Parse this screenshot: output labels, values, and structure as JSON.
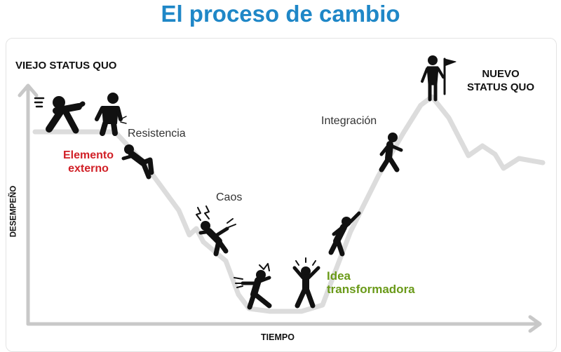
{
  "title": "El proceso de cambio",
  "labels": {
    "old_status": "VIEJO STATUS QUO",
    "new_status_line1": "NUEVO",
    "new_status_line2": "STATUS QUO",
    "external_line1": "Elemento",
    "external_line2": "externo",
    "resistance": "Resistencia",
    "chaos": "Caos",
    "integration": "Integración",
    "idea_line1": "Idea",
    "idea_line2": "transformadora"
  },
  "axes": {
    "x_label": "TIEMPO",
    "y_label": "DESEMPEÑO"
  },
  "icons": {
    "pusher": "running-pusher-icon",
    "resister": "resisting-person-icon",
    "falling": "falling-person-icon",
    "chaos": "distressed-person-icon",
    "tumbling": "tumbling-person-icon",
    "insight": "celebrating-person-icon",
    "climbing": "climbing-person-icon",
    "walking": "climbing-person-icon",
    "flag": "person-with-flag-icon"
  },
  "colors": {
    "title": "#1f87c7",
    "external": "#d12027",
    "idea": "#6a9a19",
    "curve": "#dcdcdc",
    "axis": "#c8c8c8",
    "figure": "#111111"
  }
}
